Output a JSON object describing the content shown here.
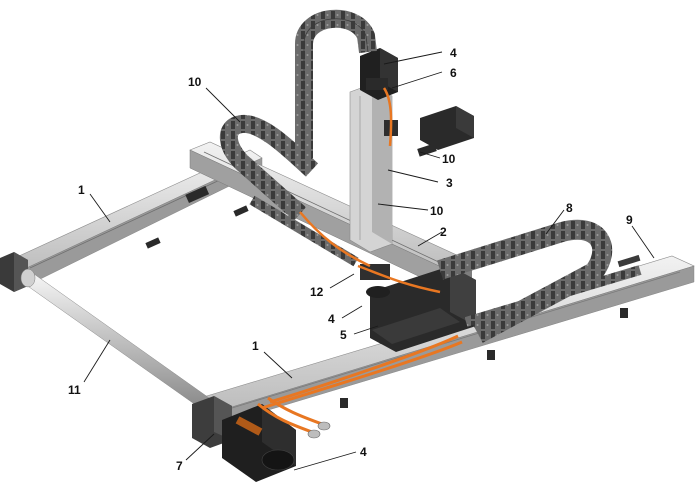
{
  "figure": {
    "callouts": [
      {
        "id": "c1a",
        "label": "1"
      },
      {
        "id": "c1b",
        "label": "1"
      },
      {
        "id": "c2",
        "label": "2"
      },
      {
        "id": "c3",
        "label": "3"
      },
      {
        "id": "c4a",
        "label": "4"
      },
      {
        "id": "c4b",
        "label": "4"
      },
      {
        "id": "c4c",
        "label": "4"
      },
      {
        "id": "c5",
        "label": "5"
      },
      {
        "id": "c6",
        "label": "6"
      },
      {
        "id": "c7",
        "label": "7"
      },
      {
        "id": "c8",
        "label": "8"
      },
      {
        "id": "c9",
        "label": "9"
      },
      {
        "id": "c10a",
        "label": "10"
      },
      {
        "id": "c10b",
        "label": "10"
      },
      {
        "id": "c10c",
        "label": "10"
      },
      {
        "id": "c11",
        "label": "11"
      },
      {
        "id": "c12",
        "label": "12"
      }
    ],
    "colors": {
      "cable": "#e87722",
      "chain": "#5b5b5b",
      "rail": "#cfcfcf",
      "motor": "#1f1f1f"
    }
  }
}
